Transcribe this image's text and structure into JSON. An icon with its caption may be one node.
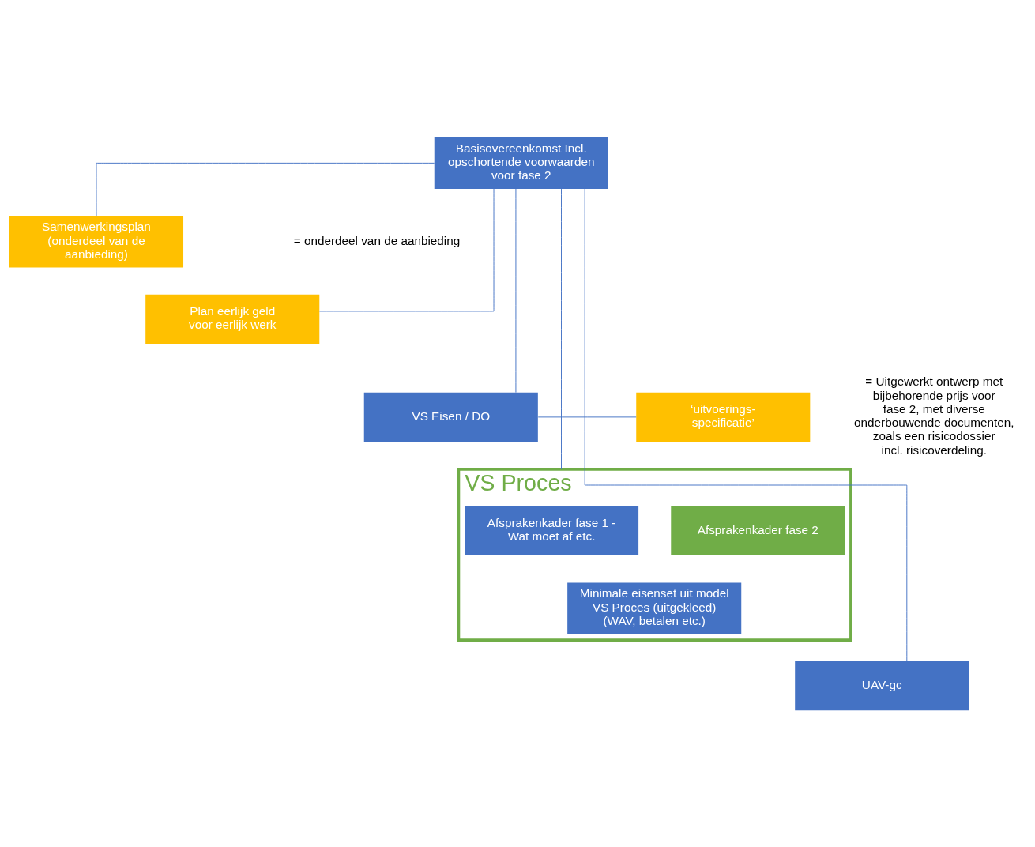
{
  "diagram": {
    "nodes": [
      {
        "text": [
          "Basisovereenkomst Incl. opschortende voorwaarden voor fase 2"
        ]
      },
      {
        "text": [
          "Samenwerkingsplan (onderdeel van de aanbieding)"
        ]
      },
      {
        "text": [
          "Plan eerlijk geld voor eerlijk werk"
        ]
      },
      {
        "text": [
          "VS Eisen / DO"
        ]
      },
      {
        "text": [
          "‘uitvoerings- specificatie’"
        ]
      },
      {
        "text": [
          "VS Proces"
        ]
      },
      {
        "text": [
          "Afsprakenkader fase 1 - Wat moet af etc."
        ],
        "in": 5
      },
      {
        "text": [
          "Afsprakenkader fase 2"
        ],
        "in": 5
      },
      {
        "text": [
          "Minimale eisenset uit model VS Proces (uitgekleed) (WAV, betalen etc.)"
        ],
        "in": 5
      },
      {
        "text": [
          "UAV-gc"
        ]
      }
    ],
    "edges": [
      {
        "from": 0,
        "to": 1,
        "arrow": "none"
      },
      {
        "from": 0,
        "to": 2,
        "arrow": "none"
      },
      {
        "from": 0,
        "to": 3,
        "arrow": "none"
      },
      {
        "from": 3,
        "to": 4,
        "arrow": "none"
      },
      {
        "from": 0,
        "to": 5,
        "arrow": "none"
      },
      {
        "from": 0,
        "to": 9,
        "arrow": "none"
      }
    ],
    "labels": [
      "= onderdeel van de aanbieding",
      "= Uitgewerkt ontwerp met bijbehorende prijs voor fase 2, met diverse onderbouwende documenten, zoals een risicodossier incl. risicoverdeling."
    ]
  }
}
